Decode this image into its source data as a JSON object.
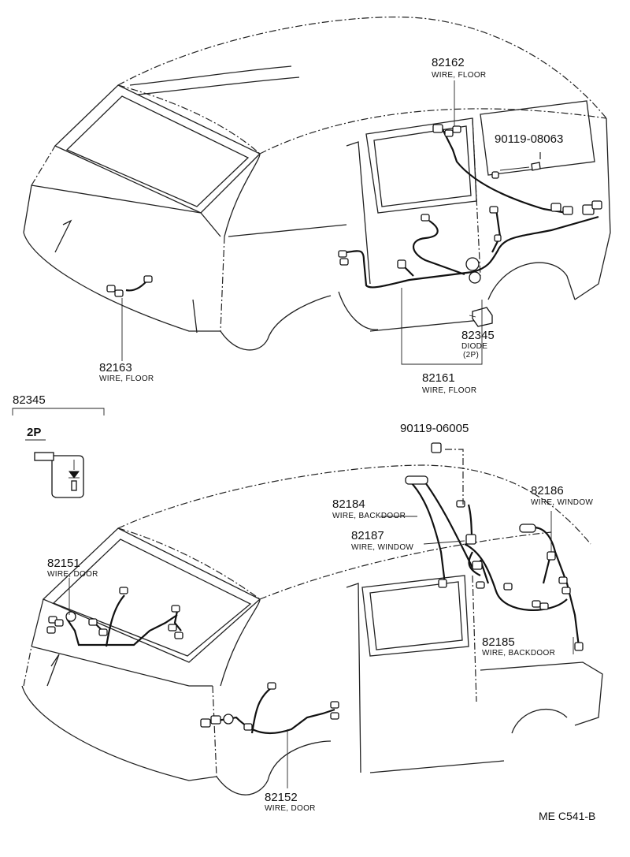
{
  "diagram_code": "ME C541-B",
  "legend": {
    "part_number": "82345",
    "pin_label": "2P"
  },
  "callouts": {
    "c82162": {
      "number": "82162",
      "desc": "WIRE, FLOOR"
    },
    "c90119a": {
      "number": "90119-08063",
      "desc": ""
    },
    "c82163": {
      "number": "82163",
      "desc": "WIRE, FLOOR"
    },
    "c82345": {
      "number": "82345",
      "desc": "DIODE",
      "desc2": "(2P)"
    },
    "c82161": {
      "number": "82161",
      "desc": "WIRE, FLOOR"
    },
    "c90119b": {
      "number": "90119-06005",
      "desc": ""
    },
    "c82184": {
      "number": "82184",
      "desc": "WIRE, BACKDOOR"
    },
    "c82186": {
      "number": "82186",
      "desc": "WIRE, WINDOW"
    },
    "c82187": {
      "number": "82187",
      "desc": "WIRE, WINDOW"
    },
    "c82151": {
      "number": "82151",
      "desc": "WIRE, DOOR"
    },
    "c82185": {
      "number": "82185",
      "desc": "WIRE, BACKDOOR"
    },
    "c82152": {
      "number": "82152",
      "desc": "WIRE, DOOR"
    }
  }
}
